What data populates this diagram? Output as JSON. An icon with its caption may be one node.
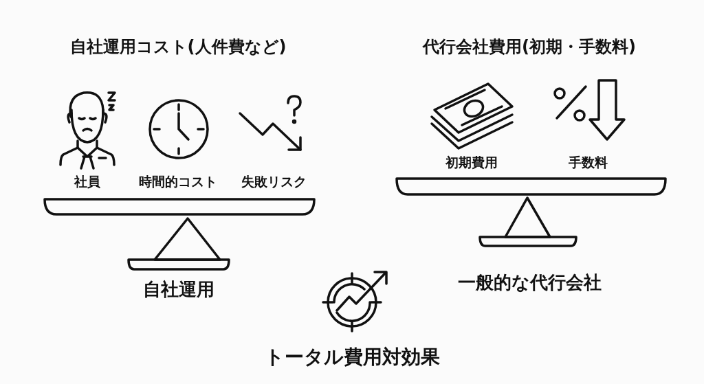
{
  "diagram": {
    "labels": [
      "自社運用コスト(人件費など)",
      "代行会社費用(初期・手数料)",
      "初期費用",
      "手数料",
      "社員",
      "時間的コスト",
      "失敗リスク",
      "自社運用",
      "一般的な代行会社",
      "トータル費用対効果"
    ]
  }
}
